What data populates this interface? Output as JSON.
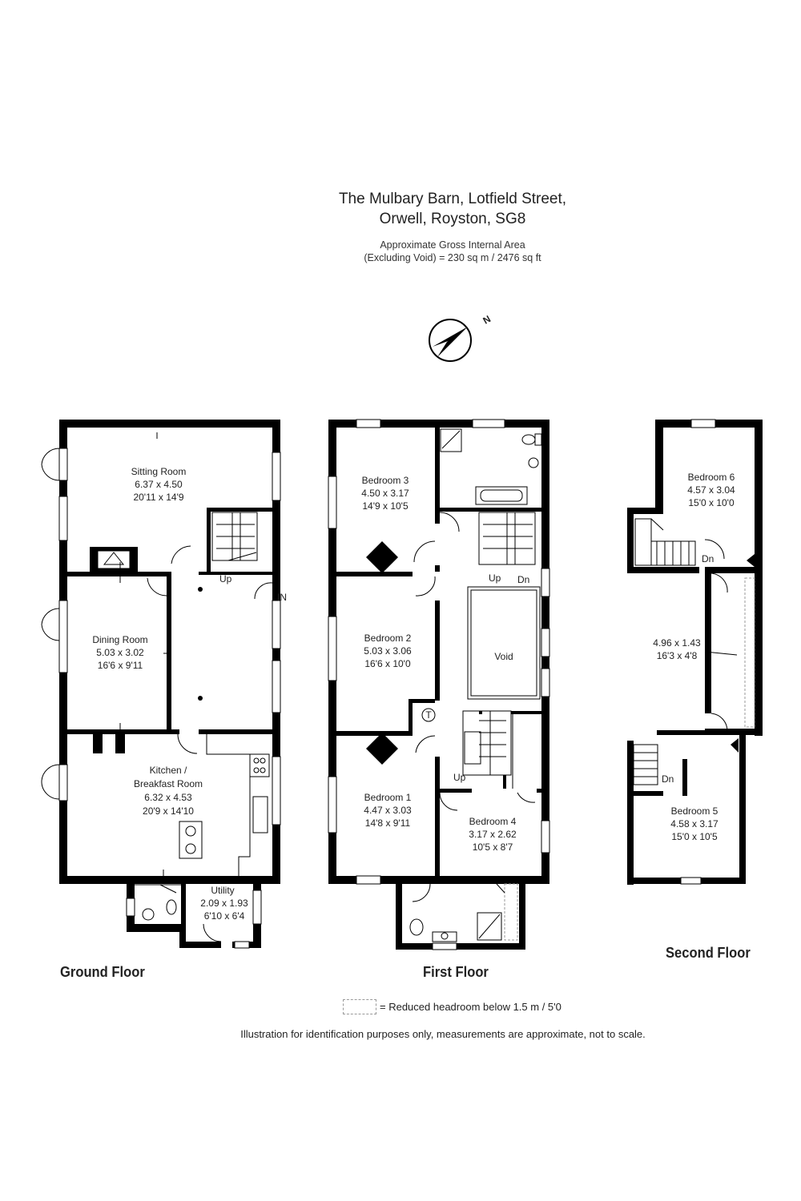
{
  "header": {
    "title_line1": "The Mulbary Barn, Lotfield Street,",
    "title_line2": "Orwell, Royston, SG8",
    "area_line1": "Approximate Gross Internal Area",
    "area_line2": "(Excluding Void) = 230 sq m / 2476 sq ft"
  },
  "compass": {
    "label": "N"
  },
  "floors": {
    "ground": "Ground Floor",
    "first": "First Floor",
    "second": "Second Floor"
  },
  "rooms": {
    "sitting": {
      "name": "Sitting Room",
      "metric": "6.37 x 4.50",
      "imperial": "20'11 x 14'9"
    },
    "dining": {
      "name": "Dining Room",
      "metric": "5.03 x 3.02",
      "imperial": "16'6 x 9'11"
    },
    "kitchen": {
      "name1": "Kitchen /",
      "name2": "Breakfast Room",
      "metric": "6.32 x 4.53",
      "imperial": "20'9 x 14'10"
    },
    "utility": {
      "name": "Utility",
      "metric": "2.09 x 1.93",
      "imperial": "6'10 x 6'4"
    },
    "bed3": {
      "name": "Bedroom 3",
      "metric": "4.50 x 3.17",
      "imperial": "14'9 x 10'5"
    },
    "bed2": {
      "name": "Bedroom 2",
      "metric": "5.03 x 3.06",
      "imperial": "16'6 x 10'0"
    },
    "bed1": {
      "name": "Bedroom 1",
      "metric": "4.47 x 3.03",
      "imperial": "14'8 x 9'11"
    },
    "bed4": {
      "name": "Bedroom 4",
      "metric": "3.17 x 2.62",
      "imperial": "10'5 x 8'7"
    },
    "void": {
      "name": "Void"
    },
    "bed6": {
      "name": "Bedroom 6",
      "metric": "4.57 x 3.04",
      "imperial": "15'0 x 10'0"
    },
    "landing2": {
      "metric": "4.96 x 1.43",
      "imperial": "16'3 x 4'8"
    },
    "bed5": {
      "name": "Bedroom 5",
      "metric": "4.58 x 3.17",
      "imperial": "15'0 x 10'5"
    }
  },
  "markers": {
    "up": "Up",
    "dn": "Dn",
    "in": "IN",
    "tank": "T"
  },
  "legend": {
    "text": "= Reduced headroom below 1.5 m / 5'0"
  },
  "disclaimer": "Illustration for identification purposes only, measurements are approximate, not to scale."
}
